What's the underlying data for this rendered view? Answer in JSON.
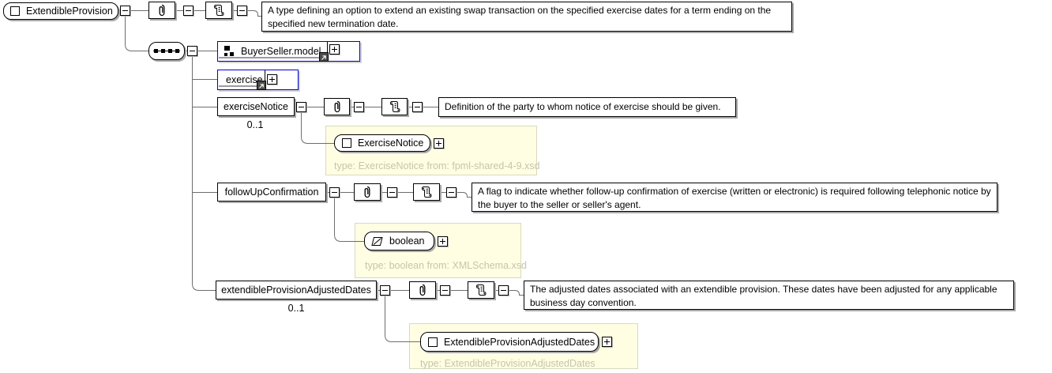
{
  "diagram": {
    "root": {
      "name": "ExtendibleProvision",
      "annotation": "A type defining an option to extend an existing swap transaction on the specified exercise dates for a term ending on the specified new termination date."
    },
    "children": {
      "buyer_seller_model": {
        "name": "BuyerSeller.model"
      },
      "exercise": {
        "name": "exercise"
      },
      "exercise_notice": {
        "name": "exerciseNotice",
        "cardinality": "0..1",
        "annotation": "Definition of the party to whom notice of exercise should be given.",
        "type_name": "ExerciseNotice",
        "type_caption": "type: ExerciseNotice from: fpml-shared-4-9.xsd"
      },
      "follow_up_confirmation": {
        "name": "followUpConfirmation",
        "annotation": "A flag to indicate whether follow-up confirmation of exercise (written or electronic) is required following telephonic notice by the buyer to the seller or seller's agent.",
        "type_name": "boolean",
        "type_caption": "type: boolean from: XMLSchema.xsd"
      },
      "extendible_provision_adjusted_dates": {
        "name": "extendibleProvisionAdjustedDates",
        "cardinality": "0..1",
        "annotation": "The adjusted dates associated with an extendible provision. These dates have been adjusted for any applicable business day convention.",
        "type_name": "ExtendibleProvisionAdjustedDates",
        "type_caption": "type: ExtendibleProvisionAdjustedDates"
      }
    },
    "icons": {
      "annotation_icon": "paperclip",
      "documentation_icon": "scroll",
      "complex_type_icon": "square",
      "simple_type_icon": "parallelogram",
      "model_group_icon": "squares-cluster",
      "sequence_icon": "dotted-line",
      "reference_icon": "diagonal-arrow"
    },
    "colors": {
      "type_panel_bg": "#fffee3",
      "type_panel_border": "#d9d9c0",
      "type_caption_text": "#c5c5ad",
      "reference_border": "#0000d4",
      "connector": "#6e6e6e"
    }
  }
}
